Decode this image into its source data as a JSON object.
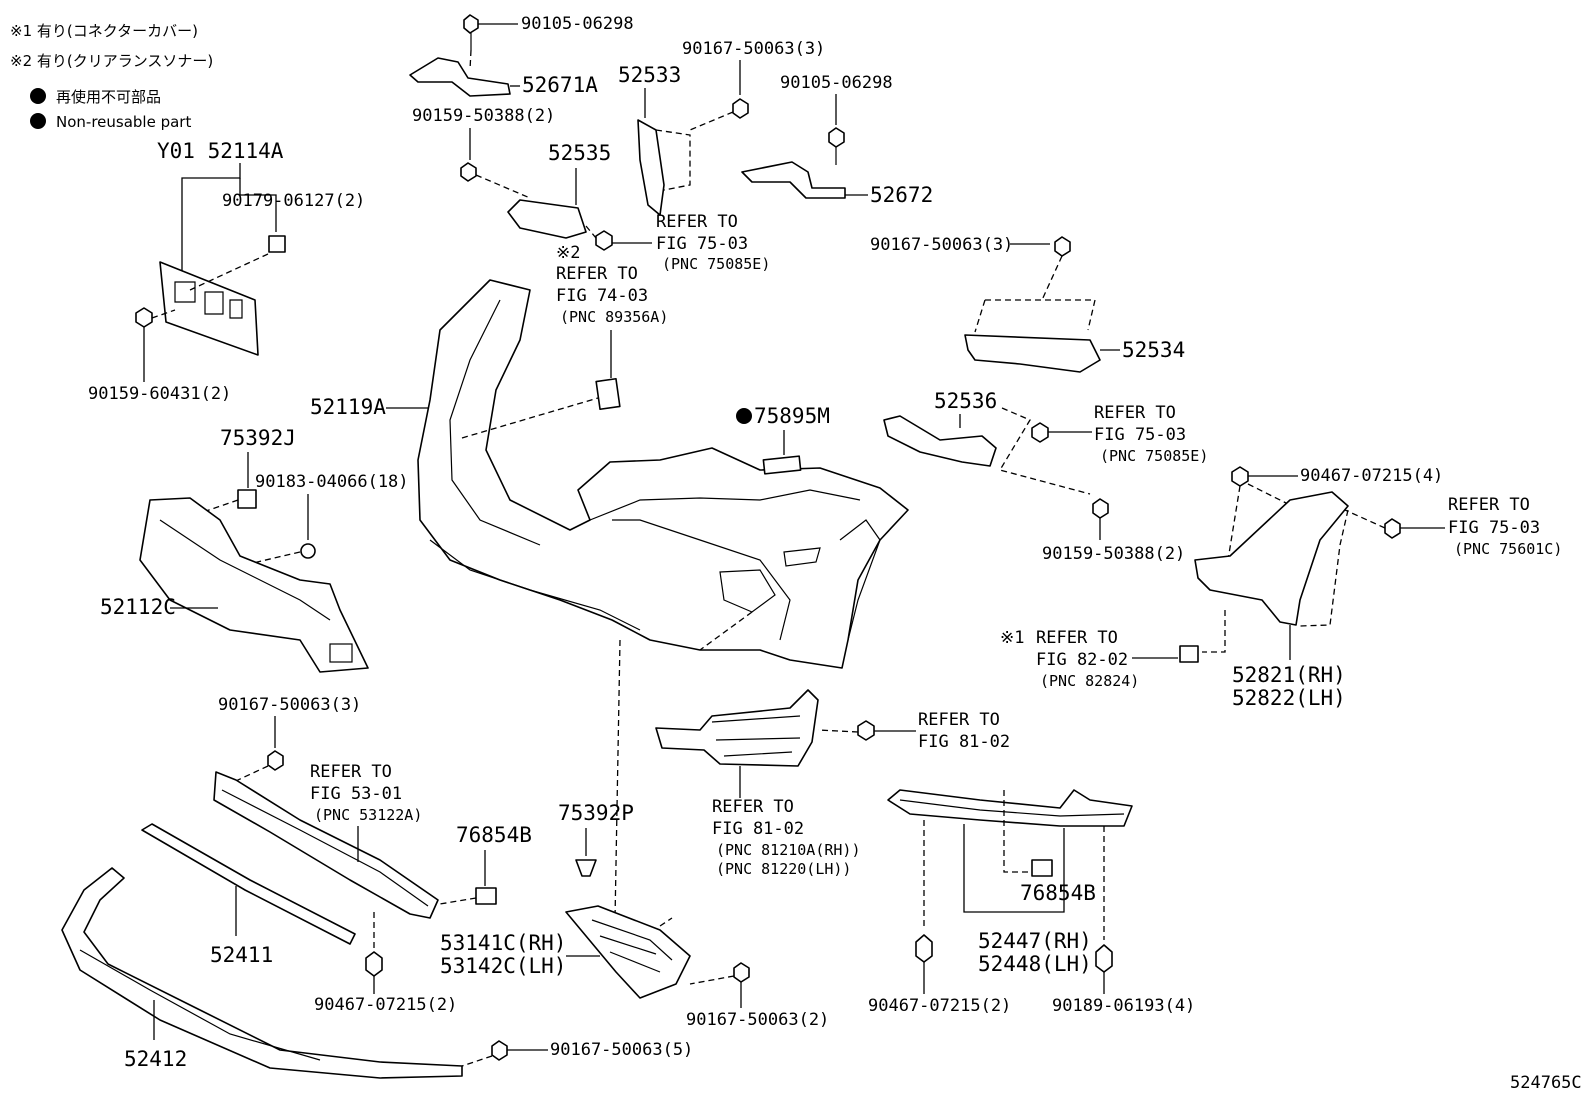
{
  "legend": {
    "note1": "※1 有り(コネクターカバー)",
    "note2": "※2 有り(クリアランスソナー)",
    "nonreusable_jp": "再使用不可部品",
    "nonreusable_en": "Non-reusable part"
  },
  "labels": {
    "p90105_06298_top": "90105-06298",
    "p52671A": "52671A",
    "p90159_50388_2_top": "90159-50388(2)",
    "p52535": "52535",
    "p52533": "52533",
    "p90167_50063_3_top": "90167-50063(3)",
    "p90105_06298_right": "90105-06298",
    "p52672": "52672",
    "p90167_50063_3_mid": "90167-50063(3)",
    "p52534": "52534",
    "p52536": "52536",
    "p90467_07215_4": "90467-07215(4)",
    "p90159_50388_2_right": "90159-50388(2)",
    "p52821": "52821(RH)",
    "p52822": "52822(LH)",
    "pY01_52114A": "Y01 52114A",
    "p90179_06127_2": "90179-06127(2)",
    "p90159_60431_2": "90159-60431(2)",
    "p52119A": "52119A",
    "p75895M": "75895M",
    "p75392J": "75392J",
    "p90183_04066_18": "90183-04066(18)",
    "p52112C": "52112C",
    "p90167_50063_3_left": "90167-50063(3)",
    "p76854B_left": "76854B",
    "p52411": "52411",
    "p90467_07215_2_left": "90467-07215(2)",
    "p52412": "52412",
    "p90167_50063_5": "90167-50063(5)",
    "p75392P": "75392P",
    "p53141C": "53141C(RH)",
    "p53142C": "53142C(LH)",
    "p90167_50063_2": "90167-50063(2)",
    "p76854B_right": "76854B",
    "p52447": "52447(RH)",
    "p52448": "52448(LH)",
    "p90467_07215_2_right": "90467-07215(2)",
    "p90189_06193_4": "90189-06193(4)",
    "figure_id": "524765C"
  },
  "refs": {
    "ref_75_03_a": {
      "l1": "REFER TO",
      "l2": "FIG 75-03",
      "l3": "(PNC 75085E)"
    },
    "ref_74_03": {
      "mark": "※2",
      "l1": "REFER TO",
      "l2": "FIG 74-03",
      "l3": "(PNC 89356A)"
    },
    "ref_75_03_b": {
      "l1": "REFER TO",
      "l2": "FIG 75-03",
      "l3": "(PNC 75085E)"
    },
    "ref_75_03_c": {
      "l1": "REFER TO",
      "l2": "FIG 75-03",
      "l3": "(PNC 75601C)"
    },
    "ref_82_02": {
      "mark": "※1",
      "l1": "REFER TO",
      "l2": "FIG 82-02",
      "l3": "(PNC 82824)"
    },
    "ref_81_02_a": {
      "l1": "REFER TO",
      "l2": "FIG 81-02"
    },
    "ref_81_02_b": {
      "l1": "REFER TO",
      "l2": "FIG 81-02",
      "l3": "(PNC 81210A(RH))",
      "l4": "(PNC 81220(LH))"
    },
    "ref_53_01": {
      "l1": "REFER TO",
      "l2": "FIG 53-01",
      "l3": "(PNC 53122A)"
    }
  }
}
